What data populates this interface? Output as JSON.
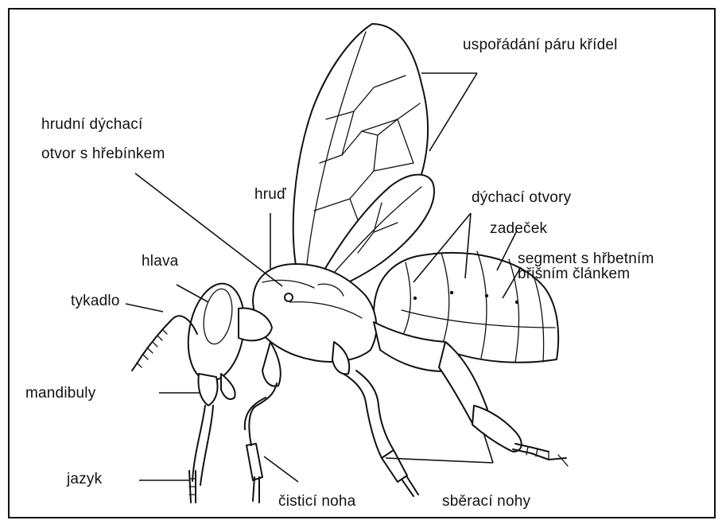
{
  "labels": {
    "wings": "uspořádání páru křídel",
    "spiracle_line1": "hrudní dýchací",
    "spiracle_line2": "otvor s hřebínkem",
    "thorax": "hruď",
    "spiracles": "dýchací otvory",
    "abdomen": "zadeček",
    "segment_line1": "segment s hřbetním",
    "segment_line2": "břišním článkem",
    "head": "hlava",
    "antenna": "tykadlo",
    "mandibles": "mandibuly",
    "tongue": "jazyk",
    "cleaning_leg": "čisticí noha",
    "collecting_legs": "sběrací nohy"
  }
}
